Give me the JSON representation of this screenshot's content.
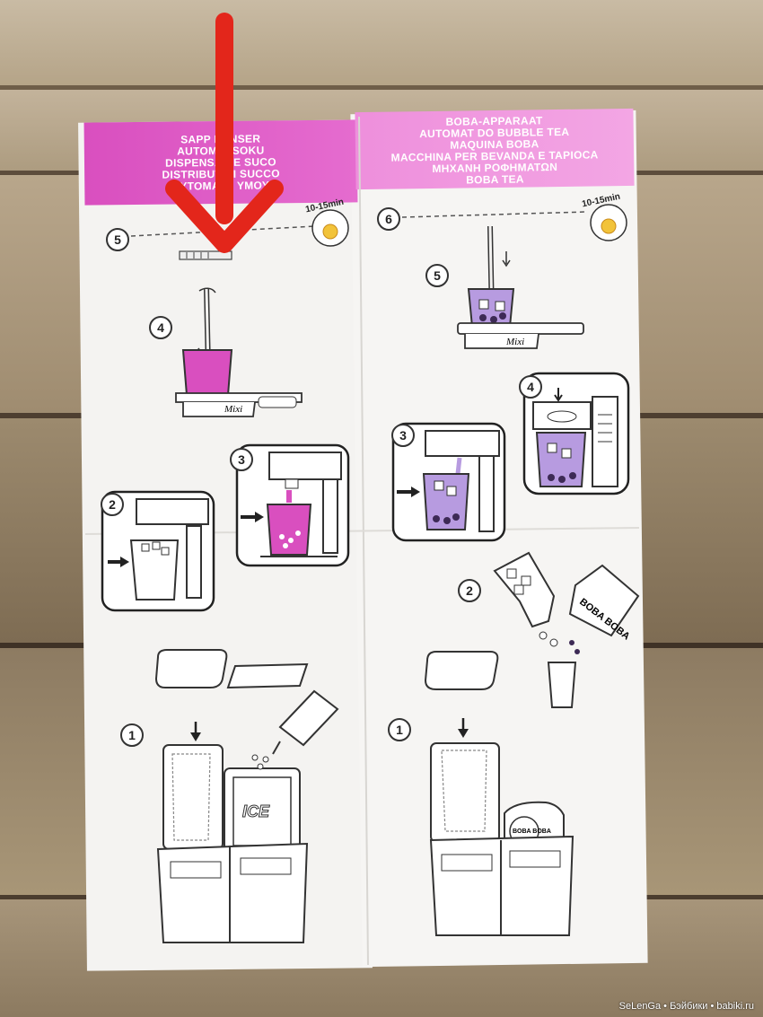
{
  "left_header": {
    "lines": [
      "SAPP DENSER",
      "AUTOM    R SOKU",
      "DISPENSA   DE SUCO",
      "DISTRIBUT   DI SUCCO",
      "ΑΥΤΟΜΑΤΗ    ΥΜΟΥ"
    ]
  },
  "right_header": {
    "lines": [
      "BOBA-APPARAAT",
      "AUTOMAT DO BUBBLE TEA",
      "MAQUINA BOBA",
      "MACCHINA PER BEVANDA E TAPIOCA",
      "ΜΗΧΑΝΗ ΡΟΦΗΜΑΤΩΝ",
      "BOBA TEA"
    ]
  },
  "left_steps": [
    "5",
    "4",
    "3",
    "2",
    "1"
  ],
  "right_steps": [
    "6",
    "5",
    "4",
    "3",
    "2",
    "1"
  ],
  "left_time": "10-15min",
  "right_time": "10-15min",
  "mixer_logo_left": "Mixi",
  "mixer_logo_right": "Mixi",
  "ice_label": "ICE",
  "boba_pack_label": "BOBA BOBA",
  "boba_machine_label": "BOBA BOBA",
  "watermark": "SeLenGa • Бэйбики • babiki.ru",
  "colors": {
    "pink": "#d94fbf",
    "light_pink": "#ef8fdc",
    "purple": "#9b78c7",
    "arrow_red": "#e3261b",
    "paper": "#f4f3f1"
  }
}
